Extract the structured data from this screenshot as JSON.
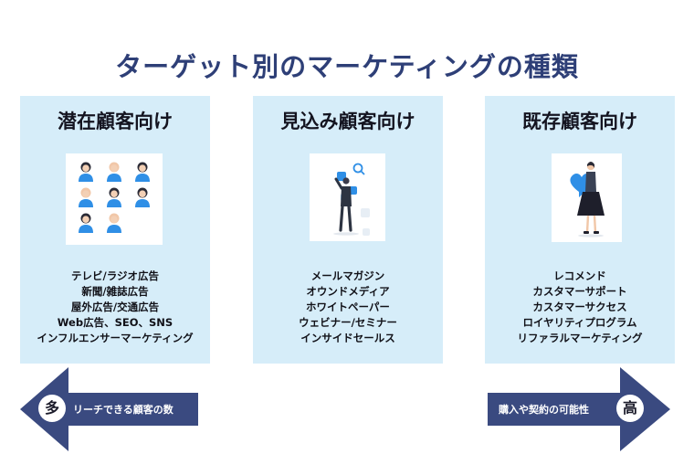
{
  "title": "ターゲット別のマーケティングの種類",
  "colors": {
    "title": "#2e3f77",
    "card_bg": "#d6edf9",
    "arrow": "#3a4a80",
    "accent": "#2f8fe6"
  },
  "cards": [
    {
      "heading": "潜在顧客向け",
      "illustration": "people-grid-icon",
      "items": [
        "テレビ/ラジオ広告",
        "新聞/雑誌広告",
        "屋外広告/交通広告",
        "Web広告、SEO、SNS",
        "インフルエンサーマーケティング"
      ]
    },
    {
      "heading": "見込み顧客向け",
      "illustration": "person-searching-icon",
      "items": [
        "メールマガジン",
        "オウンドメディア",
        "ホワイトペーパー",
        "ウェビナー/セミナー",
        "インサイドセールス"
      ]
    },
    {
      "heading": "既存顧客向け",
      "illustration": "person-heart-icon",
      "items": [
        "レコメンド",
        "カスタマーサポート",
        "カスタマーサクセス",
        "ロイヤリティプログラム",
        "リファラルマーケティング"
      ]
    }
  ],
  "arrows": {
    "left": {
      "badge": "多",
      "label": "リーチできる顧客の数"
    },
    "right": {
      "badge": "高",
      "label": "購入や契約の可能性"
    }
  }
}
